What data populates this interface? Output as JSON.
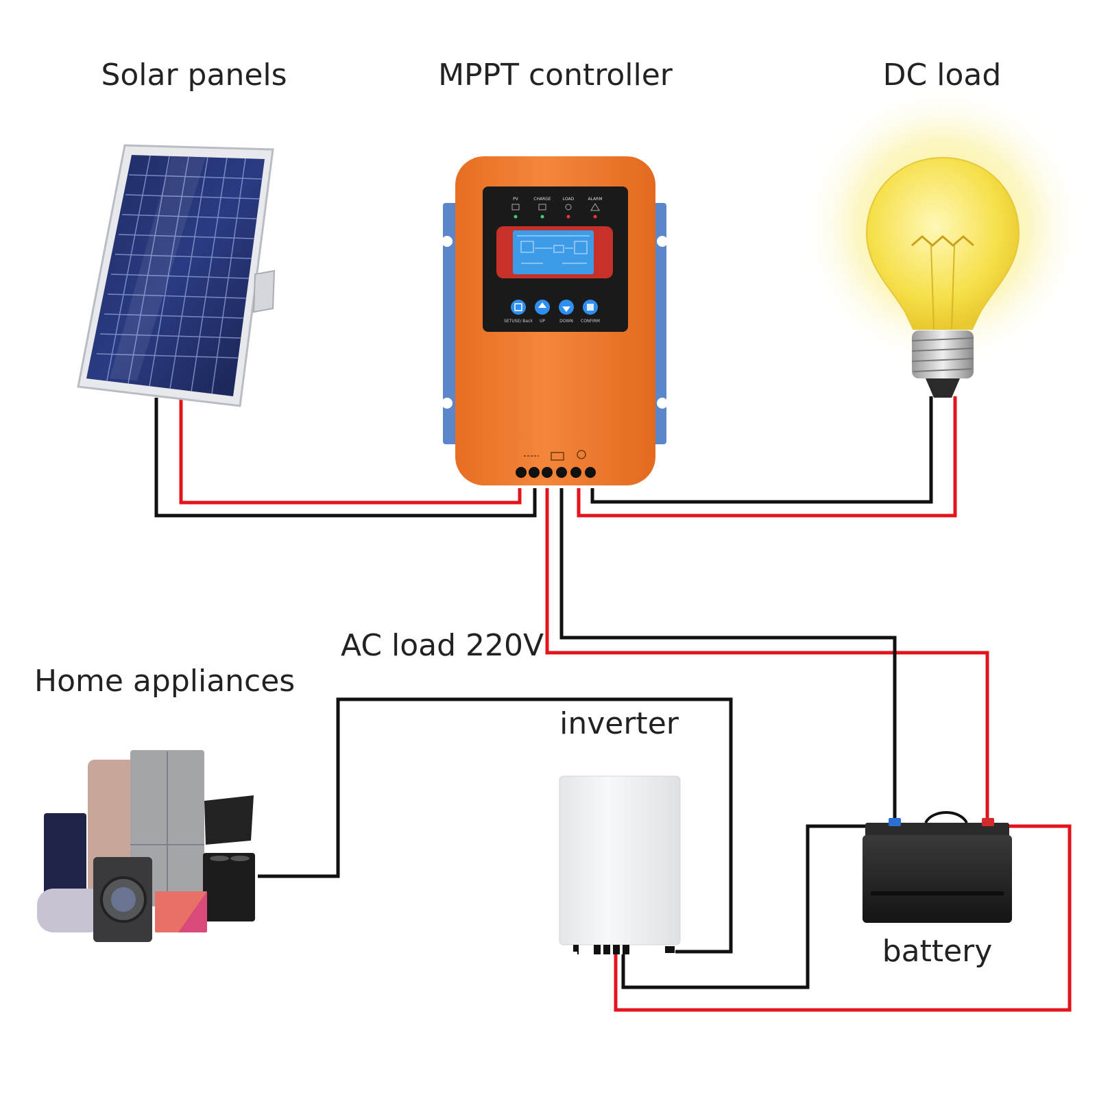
{
  "labels": {
    "solar": "Solar panels",
    "controller": "MPPT controller",
    "dc_load": "DC load",
    "ac_load": "AC load 220V",
    "appliances": "Home appliances",
    "inverter": "inverter",
    "battery": "battery"
  },
  "controller_panel": {
    "indicators": [
      "PV",
      "CHARGE",
      "LOAD",
      "ALARM"
    ],
    "buttons": [
      "SETUSE/ Back",
      "UP",
      "DOWN",
      "CONFIRM"
    ]
  },
  "colors": {
    "positive_wire": "#e3141b",
    "negative_wire": "#111111",
    "controller_body": "#f07a2c",
    "mount_bracket": "#5b86c9",
    "lcd_screen": "#3d9be8",
    "bulb_glow": "#f6e04a"
  }
}
